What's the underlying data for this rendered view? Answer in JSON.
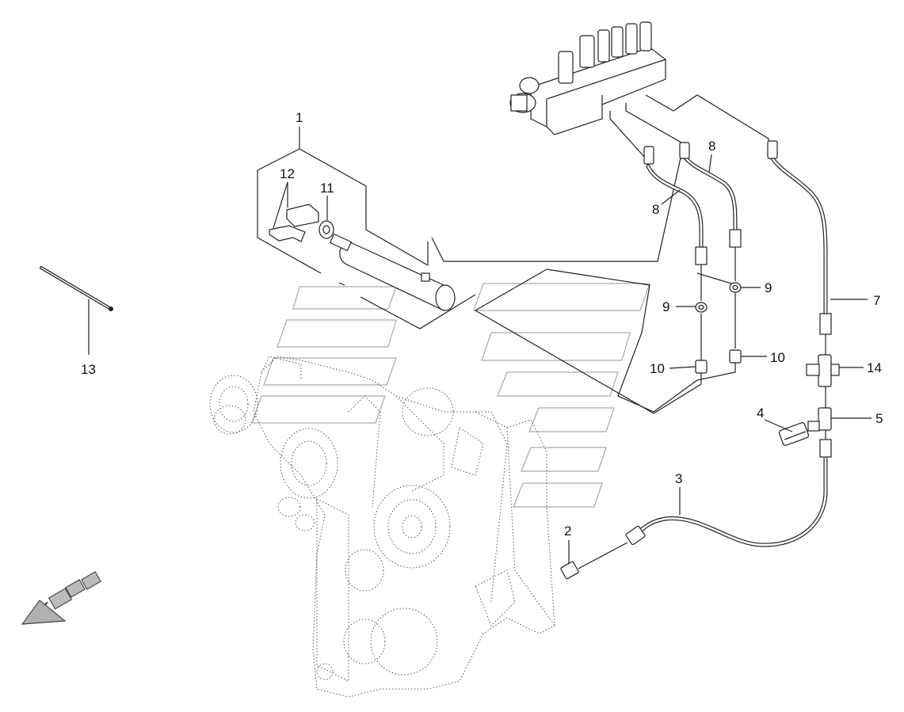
{
  "diagram": {
    "callouts": [
      {
        "id": "c1",
        "text": "1"
      },
      {
        "id": "c2",
        "text": "2"
      },
      {
        "id": "c3",
        "text": "3"
      },
      {
        "id": "c4",
        "text": "4"
      },
      {
        "id": "c5",
        "text": "5"
      },
      {
        "id": "c7",
        "text": "7"
      },
      {
        "id": "c8a",
        "text": "8"
      },
      {
        "id": "c8b",
        "text": "8"
      },
      {
        "id": "c9a",
        "text": "9"
      },
      {
        "id": "c9b",
        "text": "9"
      },
      {
        "id": "c10a",
        "text": "10"
      },
      {
        "id": "c10b",
        "text": "10"
      },
      {
        "id": "c11",
        "text": "11"
      },
      {
        "id": "c12",
        "text": "12"
      },
      {
        "id": "c13",
        "text": "13"
      },
      {
        "id": "c14",
        "text": "14"
      }
    ],
    "icons": {
      "direction_arrow": "direction-arrow-icon",
      "watermark": "watermark-logo"
    }
  }
}
